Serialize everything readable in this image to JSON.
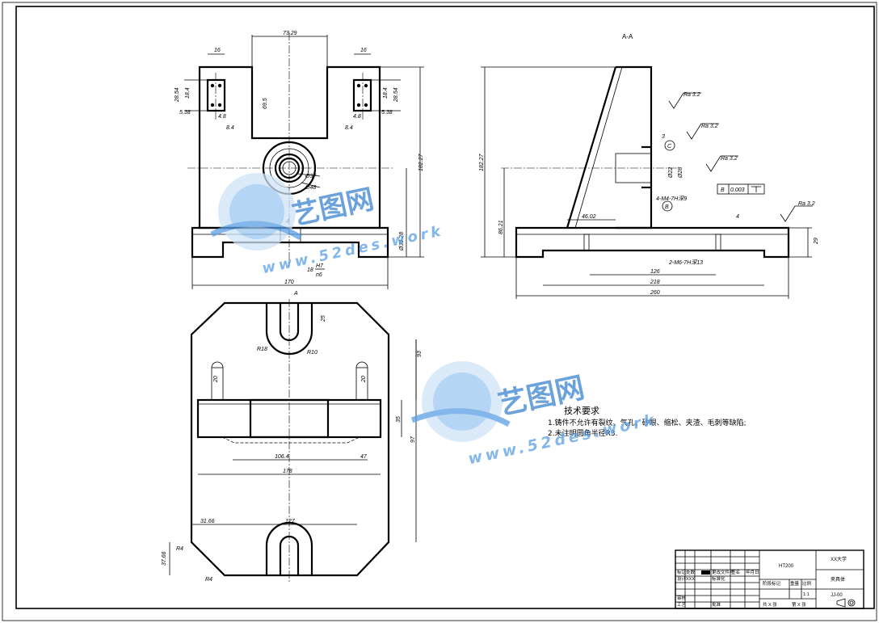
{
  "section_title": "A-A",
  "section_marker": "A",
  "front_dims": {
    "width_top": "73.29",
    "slot_left": "16",
    "slot_right": "16",
    "depth_slot": "69.5",
    "left_h1": "28.54",
    "left_h2": "18.4",
    "left_h3": "5.38",
    "left_w1": "4.8",
    "left_w2": "8.4",
    "right_h1": "18.4",
    "right_h2": "28.54",
    "right_h3": "5.38",
    "right_w1": "4.8",
    "right_w2": "8.4",
    "bore_outer": "Ø37",
    "bore_inner": "Ø48",
    "height_total": "182.27",
    "base_height": "Ø39.28",
    "fit_nominal": "18",
    "fit_hole": "H7",
    "fit_shaft": "n6",
    "overall_width": "170"
  },
  "side_dims": {
    "height_total": "182.27",
    "center_height": "86.21",
    "rib_width": "46.02",
    "base_thickness": "29",
    "step": "4",
    "gap": "3",
    "bore_d1": "Ø22",
    "bore_d2": "Ø28",
    "thread_top": "4-M4-7H深9",
    "thread_bottom": "2-M6-7H深13",
    "datum": "B",
    "datum_circle": "C",
    "tol_box": "0.003",
    "tol_ref": "B",
    "len_126": "126",
    "len_218": "218",
    "len_260": "260",
    "ra_1": "Ra 3.2",
    "ra_2": "Ra 3.2",
    "ra_3": "Ra 3.2",
    "ra_4": "Ra 3.2"
  },
  "top_dims": {
    "slot_depth": "25",
    "r18": "R18",
    "r10": "R10",
    "d93": "93",
    "d20a": "20",
    "d20b": "20",
    "d35": "35",
    "d97": "97",
    "d106": "106.4",
    "d47": "47",
    "d178": "178",
    "d31": "31.66",
    "d127": "127",
    "d37": "37.66",
    "r4a": "R4",
    "r4b": "R4"
  },
  "tech_req": {
    "title": "技术要求",
    "line1": "1.铸件不允许有裂纹、气孔、砂眼、缩松、夹渣、毛刺等缺陷;",
    "line2": "2.未注明圆角半径R3."
  },
  "title_block": {
    "material": "HT200",
    "school": "XX大学",
    "part_name": "夹具体",
    "drawing_no": "JJ-00",
    "scale_label": "比例",
    "scale_value": "1:1",
    "weight_label": "重量",
    "stage_label": "阶段标记",
    "designer_label": "设计",
    "designer": "XXX",
    "standard_label": "标准化",
    "check_label": "审核",
    "process_label": "工艺",
    "approve_label": "批准",
    "mark_label": "标记",
    "count_label": "处数",
    "sign_label": "签名",
    "date_label": "年月日",
    "sheet_total": "共 X 张",
    "sheet_num": "第 X 张",
    "change_label": "更改文件号"
  },
  "watermark": {
    "brand": "艺图网",
    "url": "www.52des.work"
  }
}
